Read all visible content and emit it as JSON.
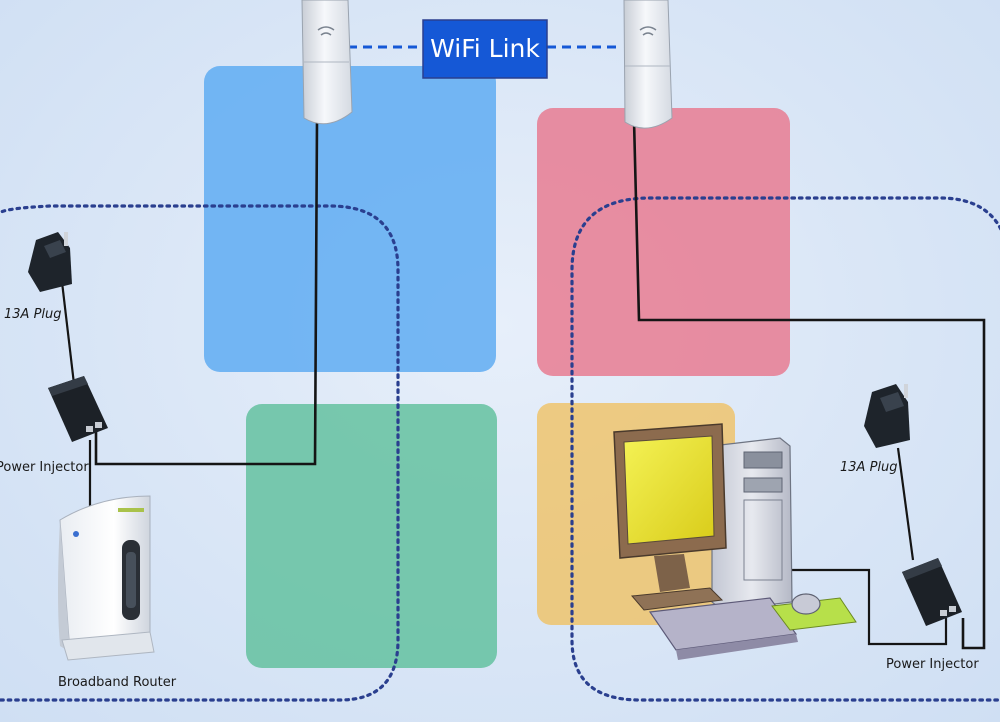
{
  "wifi_link": {
    "label": "WiFi Link"
  },
  "labels": {
    "plug_left": "13A Plug",
    "plug_right": "13A Plug",
    "injector_left": "Power Injector",
    "injector_right": "Power Injector",
    "router": "Broadband Router"
  },
  "colors": {
    "zone_blue": "#5aa9f2",
    "zone_red": "#e8788e",
    "zone_green": "#5fbf9c",
    "zone_yellow": "#f0c060",
    "wifi_box": "#1558d6",
    "dotted_boundary": "#2a3f8f",
    "cable": "#151515"
  },
  "icons": {
    "antenna": "outdoor-access-point-icon",
    "plug": "uk-plug-adapter-icon",
    "injector": "poe-injector-icon",
    "router": "broadband-router-icon",
    "computer": "desktop-computer-icon"
  }
}
